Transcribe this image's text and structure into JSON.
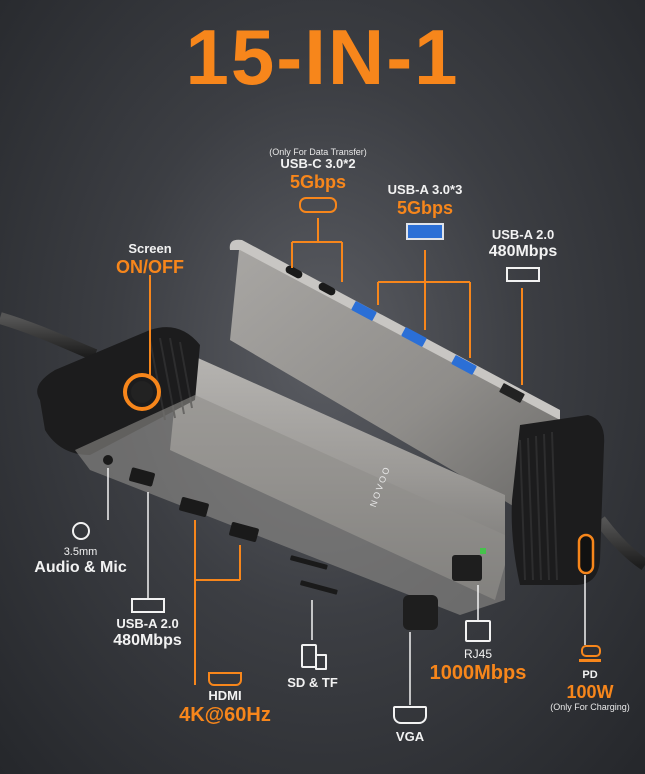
{
  "title": "15-IN-1",
  "brand": "NOVOO",
  "colors": {
    "accent": "#f7861b",
    "background": "#3c3e43",
    "hub_body": "#9a9896",
    "hub_cap": "#1c1c1d"
  },
  "labels": {
    "usbc": {
      "note": "(Only For Data Transfer)",
      "name": "USB-C 3.0*2",
      "speed": "5Gbps"
    },
    "usba3": {
      "name": "USB-A 3.0*3",
      "speed": "5Gbps"
    },
    "usba2_top": {
      "name": "USB-A 2.0",
      "speed": "480Mbps"
    },
    "screen": {
      "name": "Screen",
      "state": "ON/OFF"
    },
    "audio": {
      "size": "3.5mm",
      "name": "Audio & Mic"
    },
    "usba2_bottom": {
      "name": "USB-A 2.0",
      "speed": "480Mbps"
    },
    "hdmi": {
      "name": "HDMI",
      "spec": "4K@60Hz"
    },
    "sd": {
      "name": "SD & TF"
    },
    "vga": {
      "name": "VGA"
    },
    "rj45": {
      "name": "RJ45",
      "speed": "1000Mbps"
    },
    "pd": {
      "name": "PD",
      "power": "100W",
      "note": "(Only For Charging)"
    }
  },
  "icons": [
    "usb-c-port-icon",
    "usb-a-port-icon",
    "hdmi-port-icon",
    "sd-card-icon",
    "vga-port-icon",
    "rj45-port-icon",
    "pd-charging-icon",
    "audio-jack-icon",
    "power-button-icon"
  ]
}
